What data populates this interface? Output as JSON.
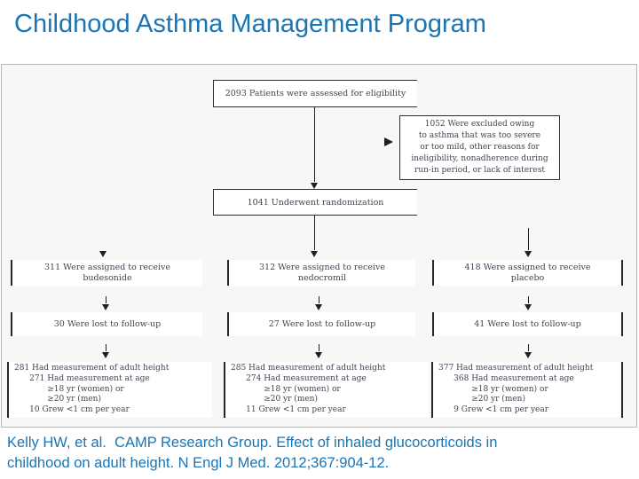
{
  "title": "Childhood Asthma Management Program",
  "citation": "Kelly HW, et al.  CAMP Research Group. Effect of inhaled glucocorticoids in\nchildhood on adult height. N Engl J Med. 2012;367:904-12.",
  "colors": {
    "accent_blue": "#1a75b5",
    "panel_background": "#f7f7f5",
    "box_border": "#2e2e2e",
    "flow_text": "#3f4651"
  },
  "flowchart": {
    "assessed": "2093 Patients were assessed for eligibility",
    "excluded": "1052 Were excluded owing\nto asthma that was too severe\nor too mild, other reasons for\nineligibility, nonadherence during\nrun-in period, or lack of interest",
    "randomized": "1041 Underwent randomization",
    "arms": [
      {
        "name": "budesonide",
        "assigned": "311 Were assigned to receive\nbudesonide",
        "lost": "30 Were lost to follow-up",
        "outcome": "281 Had measurement of adult height\n      271 Had measurement at age\n             ≥18 yr (women) or\n             ≥20 yr (men)\n      10 Grew <1 cm per year"
      },
      {
        "name": "nedocromil",
        "assigned": "312 Were assigned to receive\nnedocromil",
        "lost": "27 Were lost to follow-up",
        "outcome": "285 Had measurement of adult height\n      274 Had measurement at age\n             ≥18 yr (women) or\n             ≥20 yr (men)\n      11 Grew <1 cm per year"
      },
      {
        "name": "placebo",
        "assigned": "418 Were assigned to receive\nplacebo",
        "lost": "41 Were lost to follow-up",
        "outcome": "377 Had measurement of adult height\n      368 Had measurement at age\n             ≥18 yr (women) or\n             ≥20 yr (men)\n      9 Grew <1 cm per year"
      }
    ]
  }
}
